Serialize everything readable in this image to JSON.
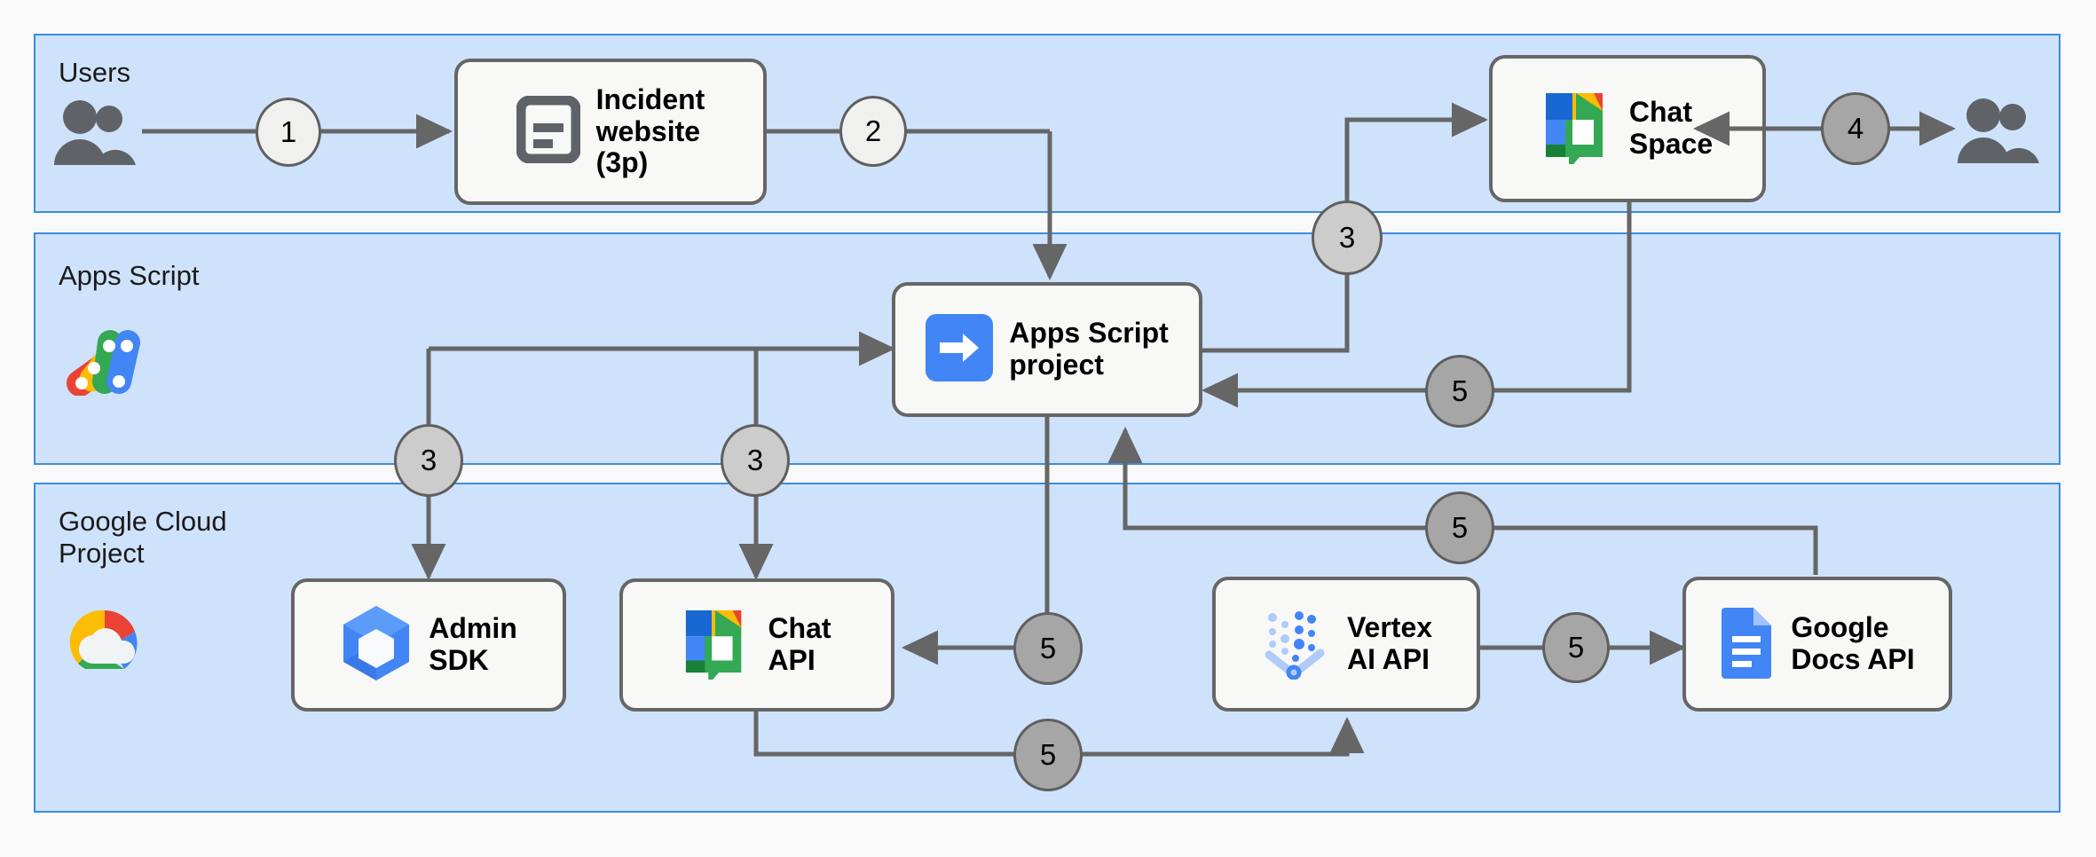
{
  "diagram": {
    "title": "Google Chat incident response app architecture",
    "background": "#f9f9f9",
    "band_fill": "#cfe2fb",
    "band_stroke": "#3c8ce0",
    "node_fill": "#f8f8f7",
    "node_stroke": "#666666",
    "wire_color": "#666666",
    "badge_colors": {
      "light": "#f0f0ee",
      "mid": "#cccccc",
      "dark": "#a6a6a6"
    }
  },
  "bands": [
    {
      "id": "users",
      "title": "Users",
      "icon": "apps-script-logo-none"
    },
    {
      "id": "apps_script",
      "title": "Apps Script",
      "icon": "apps-script-logo"
    },
    {
      "id": "google_cloud",
      "title": "Google Cloud\nProject",
      "icon": "google-cloud-logo"
    }
  ],
  "nodes": [
    {
      "id": "incident_website",
      "label": "Incident\nwebsite\n(3p)",
      "icon": "web-page-icon"
    },
    {
      "id": "chat_space",
      "label": "Chat\nSpace",
      "icon": "google-chat-logo"
    },
    {
      "id": "apps_script_project",
      "label": "Apps Script\nproject",
      "icon": "apps-script-project-icon"
    },
    {
      "id": "admin_sdk",
      "label": "Admin\nSDK",
      "icon": "admin-sdk-logo"
    },
    {
      "id": "chat_api",
      "label": "Chat\nAPI",
      "icon": "google-chat-logo"
    },
    {
      "id": "vertex_ai_api",
      "label": "Vertex\nAI API",
      "icon": "vertex-ai-logo"
    },
    {
      "id": "google_docs_api",
      "label": "Google\nDocs API",
      "icon": "google-docs-logo"
    }
  ],
  "actors": [
    {
      "id": "users_left",
      "icon": "users-group-icon"
    },
    {
      "id": "users_right",
      "icon": "users-group-icon"
    }
  ],
  "steps": [
    {
      "id": "s1",
      "number": "1",
      "tone": "light",
      "from": "users_left",
      "to": "incident_website"
    },
    {
      "id": "s2",
      "number": "2",
      "tone": "light",
      "from": "incident_website",
      "to": "apps_script_project"
    },
    {
      "id": "s3a",
      "number": "3",
      "tone": "mid",
      "from": "apps_script_project",
      "to": "chat_space"
    },
    {
      "id": "s3b",
      "number": "3",
      "tone": "mid",
      "from": "apps_script_project",
      "to": "admin_sdk"
    },
    {
      "id": "s3c",
      "number": "3",
      "tone": "mid",
      "from": "apps_script_project",
      "to": "chat_api"
    },
    {
      "id": "s4",
      "number": "4",
      "tone": "dark",
      "from": "chat_space",
      "to": "users_right"
    },
    {
      "id": "s5a",
      "number": "5",
      "tone": "dark",
      "from": "chat_space",
      "to": "apps_script_project"
    },
    {
      "id": "s5b",
      "number": "5",
      "tone": "dark",
      "from": "apps_script_project",
      "to": "chat_api"
    },
    {
      "id": "s5c",
      "number": "5",
      "tone": "dark",
      "from": "chat_api",
      "to": "vertex_ai_api"
    },
    {
      "id": "s5d",
      "number": "5",
      "tone": "dark",
      "from": "vertex_ai_api",
      "to": "google_docs_api"
    },
    {
      "id": "s5e",
      "number": "5",
      "tone": "dark",
      "from": "google_docs_api",
      "to": "apps_script_project"
    }
  ]
}
